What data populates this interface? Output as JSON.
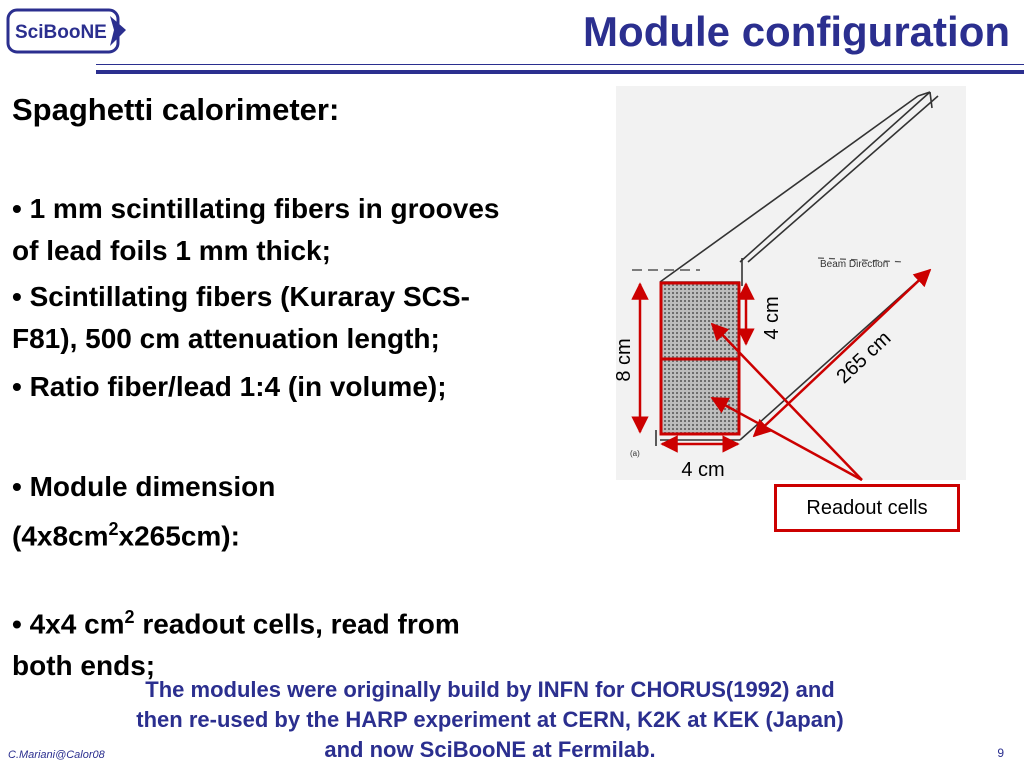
{
  "logo": {
    "text": "SciBooNE"
  },
  "title": "Module configuration",
  "subtitle": "Spaghetti calorimeter:",
  "bullets": {
    "b1_line1": "• 1 mm scintillating fibers in grooves",
    "b1_line2": "of lead foils 1 mm thick;",
    "b2_line1": "• Scintillating fibers (Kuraray SCS-",
    "b2_line2": "F81), 500 cm attenuation length;",
    "b3_line1": "• Ratio fiber/lead 1:4 (in volume);",
    "b4_line1": "• Module dimension",
    "b4_pre": "(4x8cm",
    "b4_sup": "2",
    "b4_post": "x265cm):",
    "b5_pre": "• 4x4 cm",
    "b5_sup": "2",
    "b5_post": " readout cells, read from",
    "b5_line2": "both ends;"
  },
  "diagram": {
    "beam_direction": "Beam Direction",
    "dim_4cm_vertical": "4 cm",
    "dim_8cm": "8 cm",
    "dim_265cm": "265 cm",
    "dim_4cm_horizontal": "4 cm",
    "panel_label": "(a)",
    "readout_label": "Readout cells"
  },
  "note": {
    "line1": "The modules were originally build by INFN for CHORUS(1992) and",
    "line2": "then re-used by the HARP experiment at CERN, K2K at KEK (Japan)",
    "line3": "and now SciBooNE at Fermilab."
  },
  "footer": "C.Mariani@Calor08",
  "page_number": "9",
  "colors": {
    "title": "#2b2f8f",
    "accent_red": "#cc0000"
  }
}
